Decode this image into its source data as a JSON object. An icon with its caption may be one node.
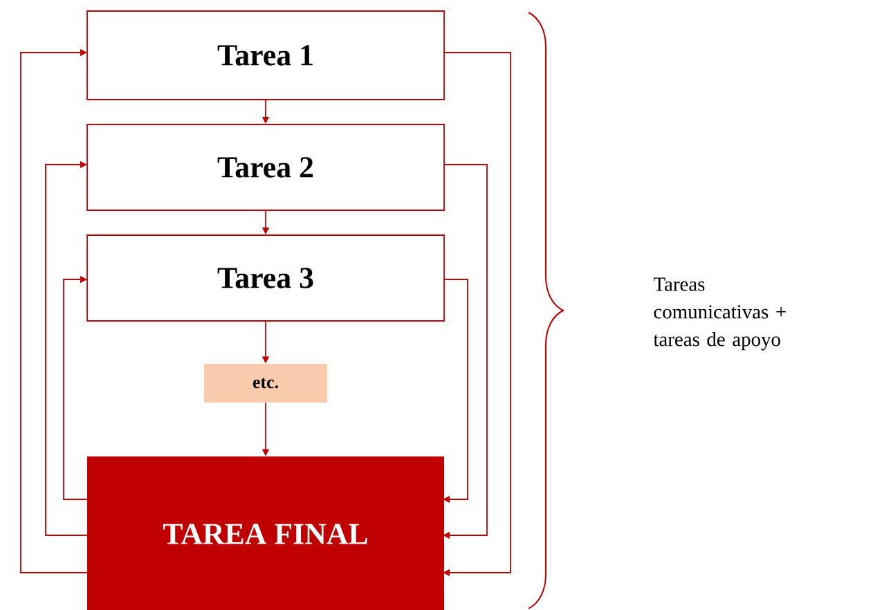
{
  "diagram": {
    "nodes": [
      {
        "text": [
          "Tarea 1"
        ]
      },
      {
        "text": [
          "Tarea 2"
        ]
      },
      {
        "text": [
          "Tarea 3"
        ]
      },
      {
        "text": [
          "etc."
        ]
      },
      {
        "text": [
          "TAREA FINAL"
        ]
      }
    ],
    "edges": [
      {
        "from": 0,
        "to": 1,
        "arrow": "to"
      },
      {
        "from": 1,
        "to": 2,
        "arrow": "to"
      },
      {
        "from": 2,
        "to": 3,
        "arrow": "to"
      },
      {
        "from": 3,
        "to": 4,
        "arrow": "to"
      },
      {
        "from": 4,
        "to": 0,
        "arrow": "to"
      },
      {
        "from": 4,
        "to": 1,
        "arrow": "to"
      },
      {
        "from": 4,
        "to": 2,
        "arrow": "to"
      },
      {
        "from": 0,
        "to": 4,
        "arrow": "to"
      },
      {
        "from": 1,
        "to": 4,
        "arrow": "to"
      },
      {
        "from": 2,
        "to": 4,
        "arrow": "to"
      }
    ],
    "labels": [
      "Tareas comunicativas + tareas de apoyo"
    ]
  }
}
